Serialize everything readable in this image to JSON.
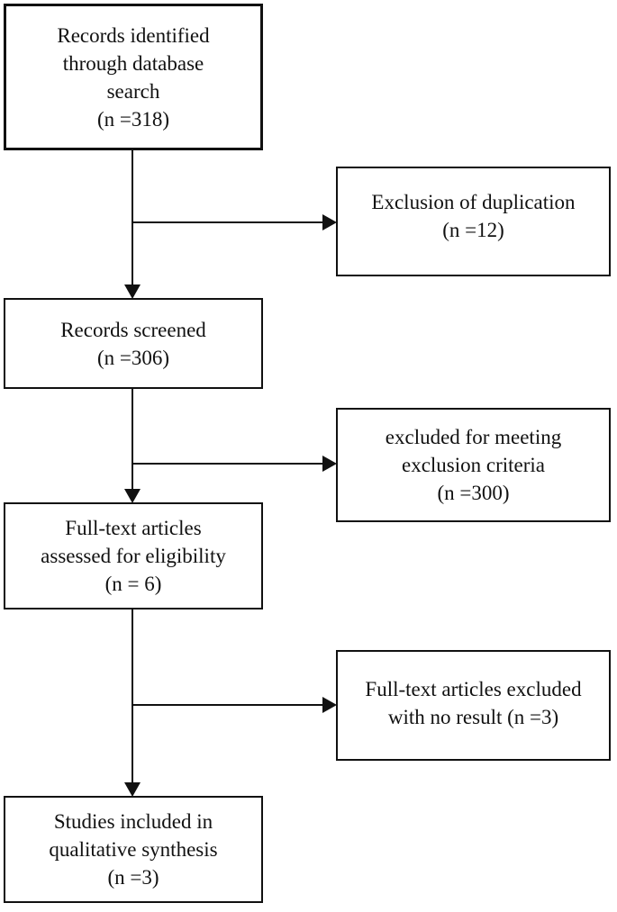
{
  "figure": {
    "type": "flow-diagram",
    "description": "Study selection flow diagram (PRISMA style)",
    "colors": {
      "ink": "#111111",
      "background": "#ffffff"
    },
    "boxes": {
      "identified": {
        "text": "Records identified\nthrough database\nsearch\n(n =318)"
      },
      "duplication_excluded": {
        "text": "Exclusion of duplication\n(n =12)"
      },
      "screened": {
        "text": "Records screened\n(n =306)"
      },
      "criteria_excluded": {
        "text": "excluded for meeting\nexclusion criteria\n(n =300)"
      },
      "fulltext_assessed": {
        "text": "Full-text articles\nassessed for eligibility\n(n = 6)"
      },
      "fulltext_excluded": {
        "text": "Full-text articles excluded\nwith no result (n =3)"
      },
      "included": {
        "text": "Studies included in\nqualitative synthesis\n(n =3)"
      }
    },
    "flows": [
      {
        "from": "identified",
        "to": "screened"
      },
      {
        "from": "identified",
        "to": "duplication_excluded"
      },
      {
        "from": "screened",
        "to": "fulltext_assessed"
      },
      {
        "from": "screened",
        "to": "criteria_excluded"
      },
      {
        "from": "fulltext_assessed",
        "to": "included"
      },
      {
        "from": "fulltext_assessed",
        "to": "fulltext_excluded"
      }
    ]
  }
}
